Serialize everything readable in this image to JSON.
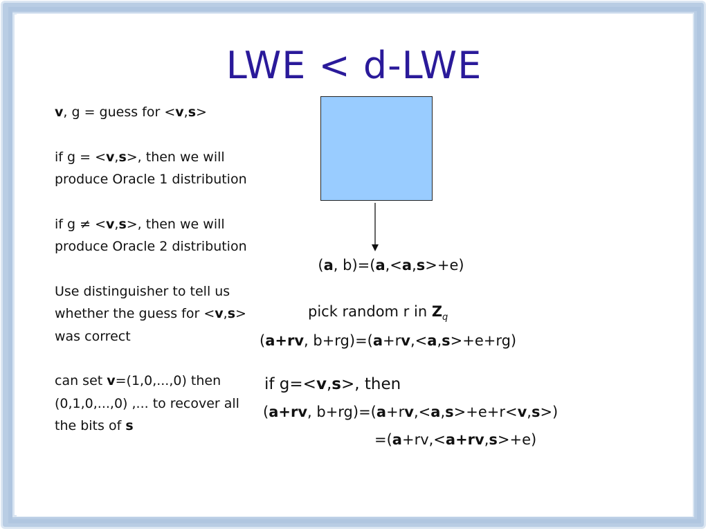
{
  "slide": {
    "title": "LWE < d-LWE",
    "left_text": {
      "p1": {
        "v": "v",
        "t1": ", g = guess for <",
        "v2": "v",
        "comma": ",",
        "s": "s",
        "t2": ">"
      },
      "p2": {
        "t1": "if g = <",
        "v": "v",
        "comma": ",",
        "s": "s",
        "t2": ">, then we will produce Oracle 1 distribution"
      },
      "p3": {
        "t1": "if g ≠ <",
        "v": "v",
        "comma": ",",
        "s": "s",
        "t2": ">, then we will produce Oracle 2 distribution"
      },
      "p4": {
        "t1": "Use distinguisher to tell us whether the guess for <",
        "v": "v",
        "comma": ",",
        "s": "s",
        "t2": "> was correct"
      },
      "p5": {
        "t1": "can set ",
        "v": "v",
        "t2": "=(1,0,...,0) then (0,1,0,...,0) ,... to recover all the bits of ",
        "s": "s"
      }
    },
    "diagram": {
      "box_color": "#99ccff",
      "arrow": "down-arrow"
    },
    "right_text": {
      "eq1": {
        "o": "(",
        "a": "a",
        "m1": ", b)=(",
        "a2": "a",
        "m2": ",<",
        "a3": "a",
        "m3": ",",
        "s": "s",
        "m4": ">+e)"
      },
      "pick": {
        "t": "pick random r in ",
        "Z": "Z",
        "q": "q"
      },
      "eq2": {
        "o": "(",
        "a": "a+rv",
        "m1": ", b+rg)=(",
        "a2": "a",
        "m2": "+r",
        "v": "v",
        "m3": ",<",
        "a3": "a",
        "m4": ",",
        "s": "s",
        "m5": ">+e+rg)"
      },
      "ifg": {
        "t1": "if g=<",
        "v": "v",
        "comma": ",",
        "s": "s",
        "t2": ">, then"
      },
      "eq3": {
        "o": "(",
        "a": "a+rv",
        "m1": ", b+rg)=(",
        "a2": "a",
        "m2": "+r",
        "v": "v",
        "m3": ",<",
        "a3": "a",
        "m4": ",",
        "s": "s",
        "m5": ">+e+r<",
        "v2": "v",
        "m6": ",",
        "s2": "s",
        "m7": ">)"
      },
      "eq4": {
        "o": "=(",
        "a": "a",
        "m1": "+rv,<",
        "a2": "a+rv",
        "m2": ",",
        "s": "s",
        "m3": ">+e)"
      }
    }
  }
}
